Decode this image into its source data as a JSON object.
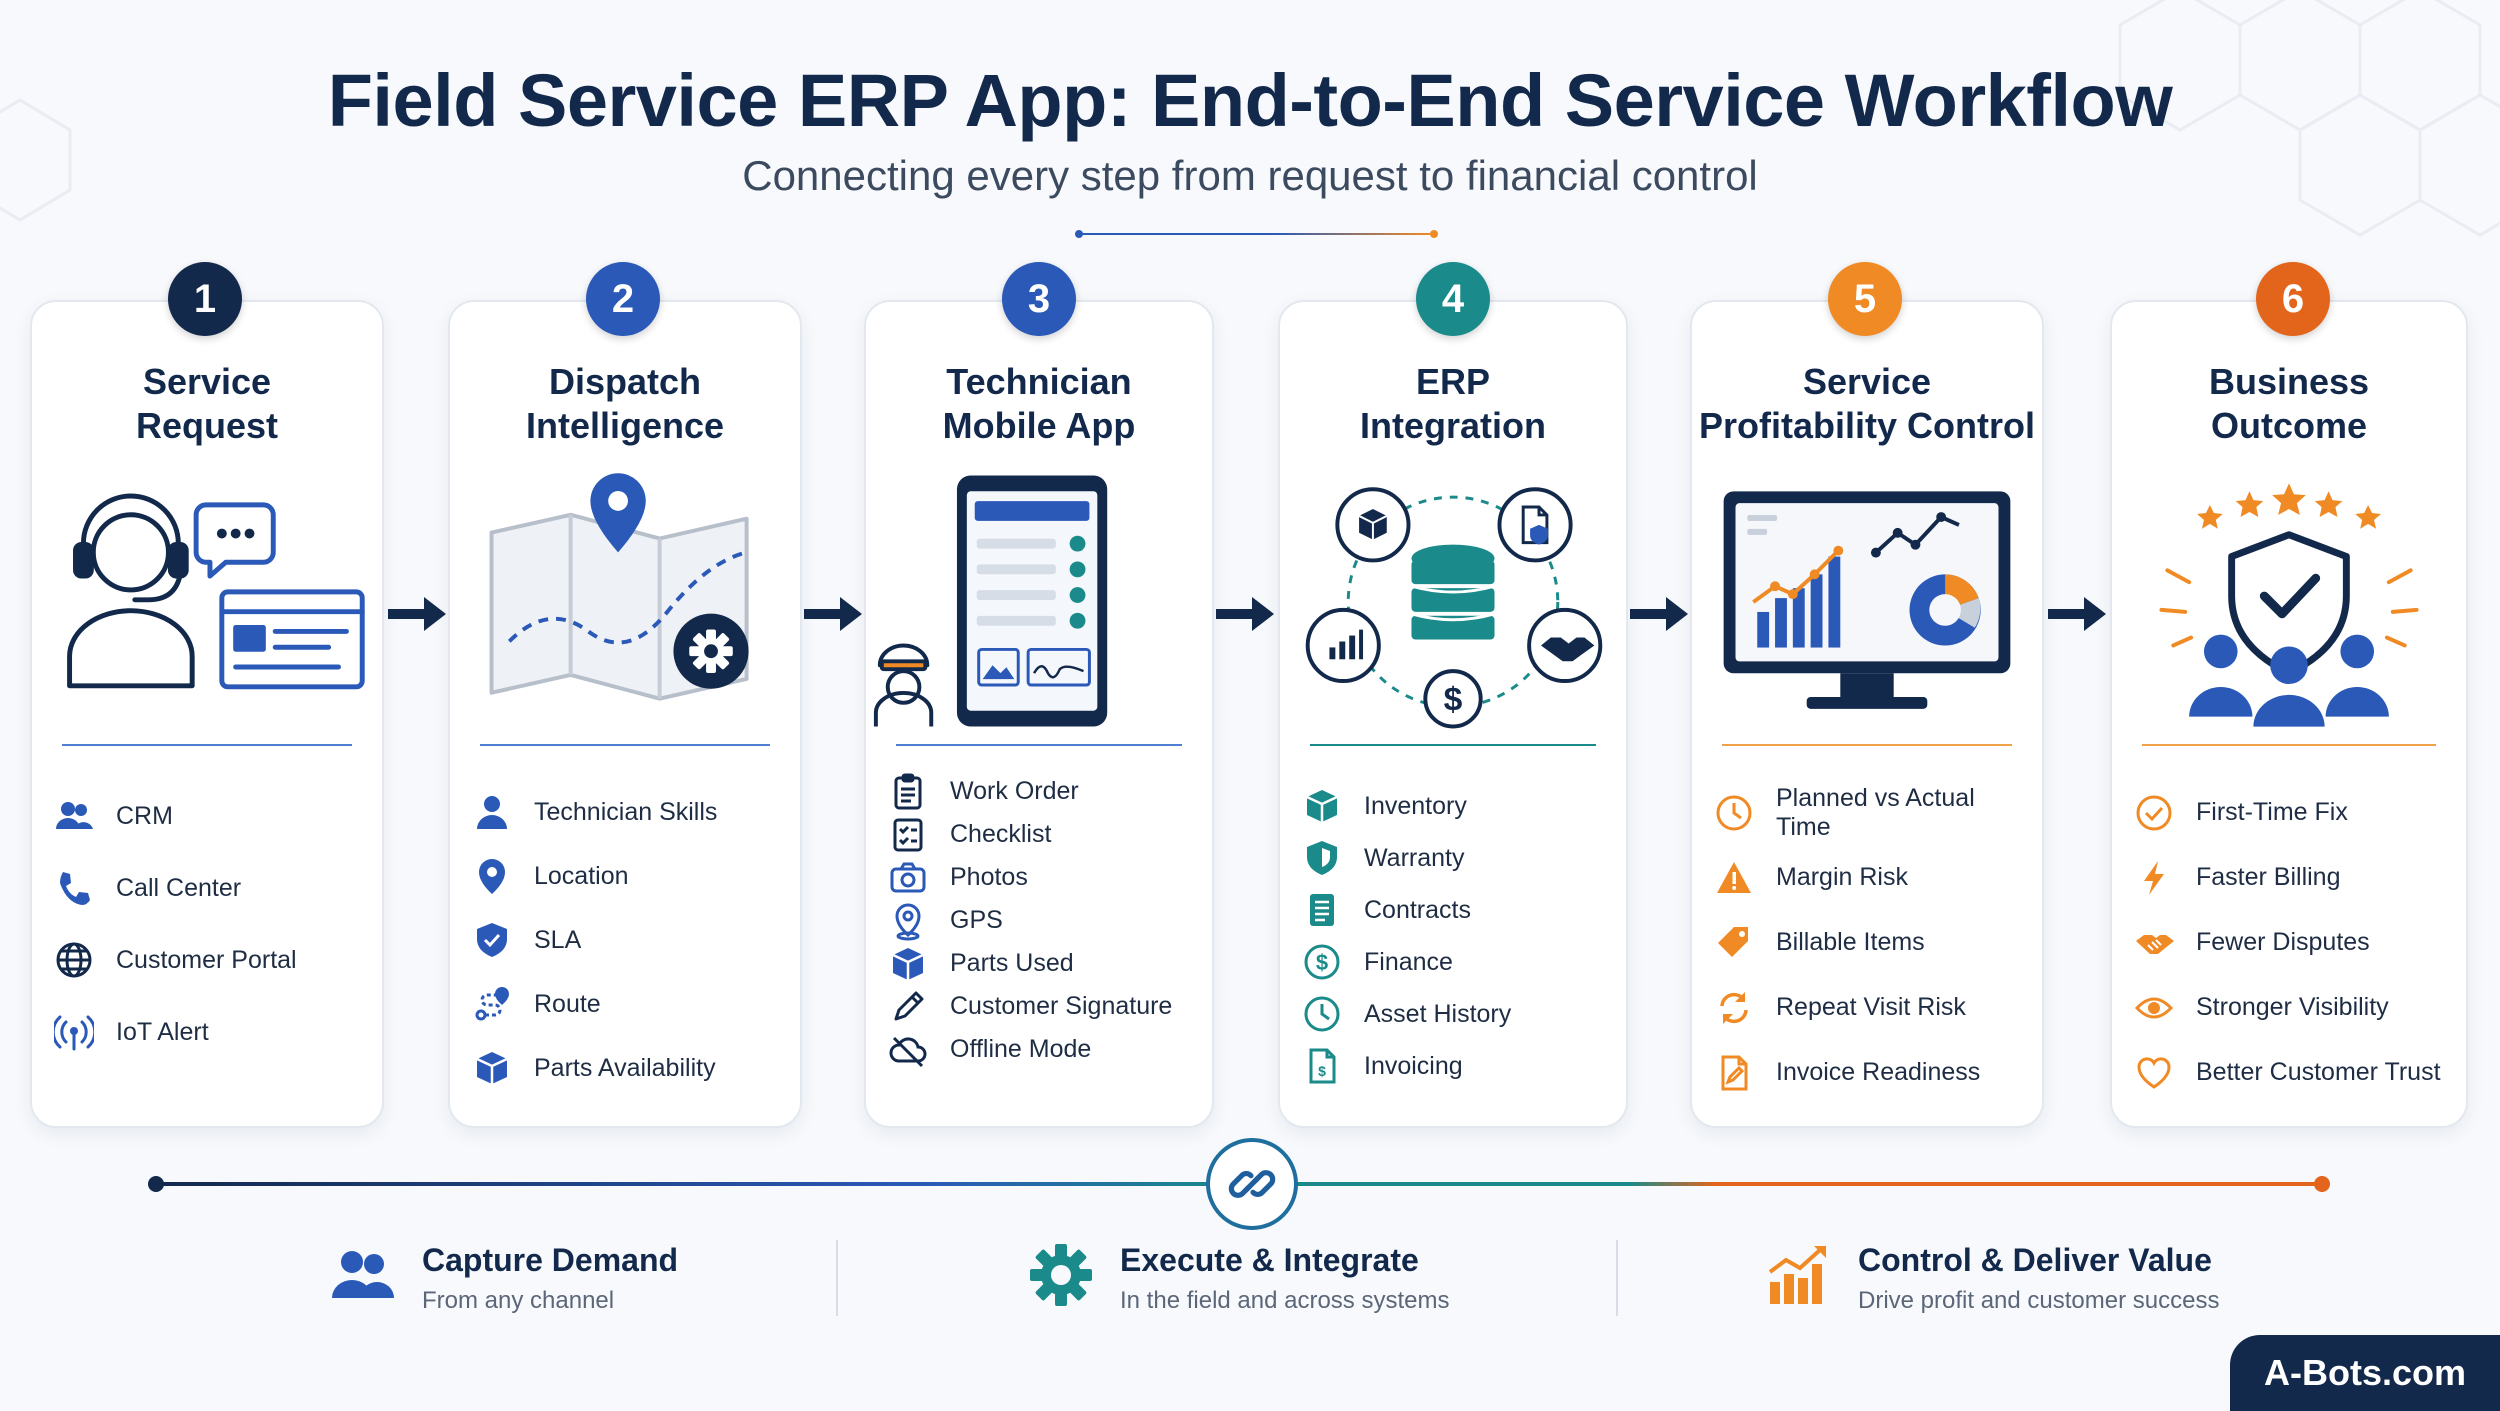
{
  "header": {
    "title": "Field Service ERP App: End-to-End Service Workflow",
    "subtitle": "Connecting every step from request to financial control"
  },
  "colors": {
    "navy": "#13294b",
    "blue": "#2a59b8",
    "teal": "#1a8a8a",
    "orange": "#f08a24",
    "orange_dark": "#e2651b"
  },
  "steps": [
    {
      "number": "1",
      "title_line1": "Service",
      "title_line2": "Request",
      "items": [
        {
          "icon": "people-icon",
          "label": "CRM"
        },
        {
          "icon": "phone-icon",
          "label": "Call Center"
        },
        {
          "icon": "globe-icon",
          "label": "Customer Portal"
        },
        {
          "icon": "signal-icon",
          "label": "IoT Alert"
        }
      ]
    },
    {
      "number": "2",
      "title_line1": "Dispatch",
      "title_line2": "Intelligence",
      "items": [
        {
          "icon": "person-icon",
          "label": "Technician Skills"
        },
        {
          "icon": "location-pin-icon",
          "label": "Location"
        },
        {
          "icon": "shield-check-icon",
          "label": "SLA"
        },
        {
          "icon": "route-icon",
          "label": "Route"
        },
        {
          "icon": "box-icon",
          "label": "Parts Availability"
        }
      ]
    },
    {
      "number": "3",
      "title_line1": "Technician",
      "title_line2": "Mobile App",
      "items": [
        {
          "icon": "clipboard-icon",
          "label": "Work Order"
        },
        {
          "icon": "checklist-icon",
          "label": "Checklist"
        },
        {
          "icon": "camera-icon",
          "label": "Photos"
        },
        {
          "icon": "gps-pin-icon",
          "label": "GPS"
        },
        {
          "icon": "box-icon",
          "label": "Parts Used"
        },
        {
          "icon": "pen-icon",
          "label": "Customer Signature"
        },
        {
          "icon": "cloud-off-icon",
          "label": "Offline Mode"
        }
      ]
    },
    {
      "number": "4",
      "title_line1": "ERP",
      "title_line2": "Integration",
      "items": [
        {
          "icon": "cube-icon",
          "label": "Inventory"
        },
        {
          "icon": "shield-icon",
          "label": "Warranty"
        },
        {
          "icon": "document-icon",
          "label": "Contracts"
        },
        {
          "icon": "dollar-icon",
          "label": "Finance"
        },
        {
          "icon": "clock-icon",
          "label": "Asset History"
        },
        {
          "icon": "invoice-icon",
          "label": "Invoicing"
        }
      ]
    },
    {
      "number": "5",
      "title_line1": "Service",
      "title_line2": "Profitability Control",
      "items": [
        {
          "icon": "clock-icon",
          "label": "Planned vs Actual Time"
        },
        {
          "icon": "warning-icon",
          "label": "Margin Risk"
        },
        {
          "icon": "tag-icon",
          "label": "Billable Items"
        },
        {
          "icon": "repeat-icon",
          "label": "Repeat Visit Risk"
        },
        {
          "icon": "invoice-edit-icon",
          "label": "Invoice Readiness"
        }
      ]
    },
    {
      "number": "6",
      "title_line1": "Business",
      "title_line2": "Outcome",
      "items": [
        {
          "icon": "check-circle-icon",
          "label": "First-Time Fix"
        },
        {
          "icon": "lightning-icon",
          "label": "Faster Billing"
        },
        {
          "icon": "handshake-icon",
          "label": "Fewer Disputes"
        },
        {
          "icon": "eye-icon",
          "label": "Stronger Visibility"
        },
        {
          "icon": "heart-icon",
          "label": "Better Customer Trust"
        }
      ]
    }
  ],
  "phases": [
    {
      "icon": "people-icon",
      "title": "Capture Demand",
      "subtitle": "From any channel"
    },
    {
      "icon": "gear-icon",
      "title": "Execute & Integrate",
      "subtitle": "In the field and across systems"
    },
    {
      "icon": "growth-chart-icon",
      "title": "Control & Deliver Value",
      "subtitle": "Drive profit and customer success"
    }
  ],
  "brand": "A-Bots.com"
}
